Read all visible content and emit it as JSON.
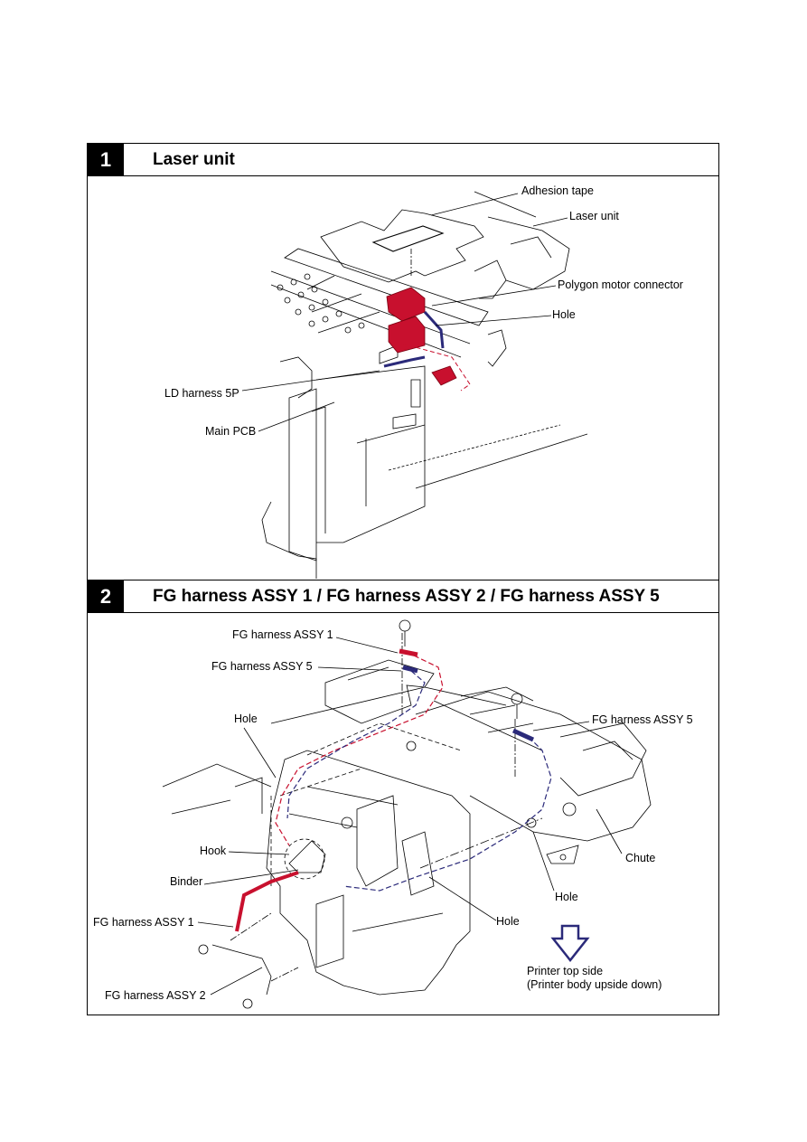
{
  "step1": {
    "number": "1",
    "title": "Laser unit",
    "labels": {
      "adhesion_tape": "Adhesion tape",
      "laser_unit": "Laser unit",
      "polygon_motor_connector": "Polygon  motor connector",
      "hole": "Hole",
      "ld_harness": "LD harness 5P",
      "main_pcb": "Main PCB"
    }
  },
  "step2": {
    "number": "2",
    "title": "FG harness ASSY 1 / FG harness ASSY 2 / FG harness ASSY 5",
    "labels": {
      "fg1_top": "FG harness ASSY 1",
      "fg5_top": "FG harness ASSY 5",
      "hole_left": "Hole",
      "fg5_right": "FG harness ASSY 5",
      "chute": "Chute",
      "hook": "Hook",
      "binder": "Binder",
      "hole_mid": "Hole",
      "hole_bottom": "Hole",
      "fg1_bottom": "FG harness ASSY 1",
      "fg2_bottom": "FG harness ASSY 2",
      "printer_top_side": "Printer top side",
      "printer_body": "(Printer body upside down)"
    }
  },
  "colors": {
    "harness_red": "#c8102e",
    "harness_navy": "#2b2a7a"
  }
}
